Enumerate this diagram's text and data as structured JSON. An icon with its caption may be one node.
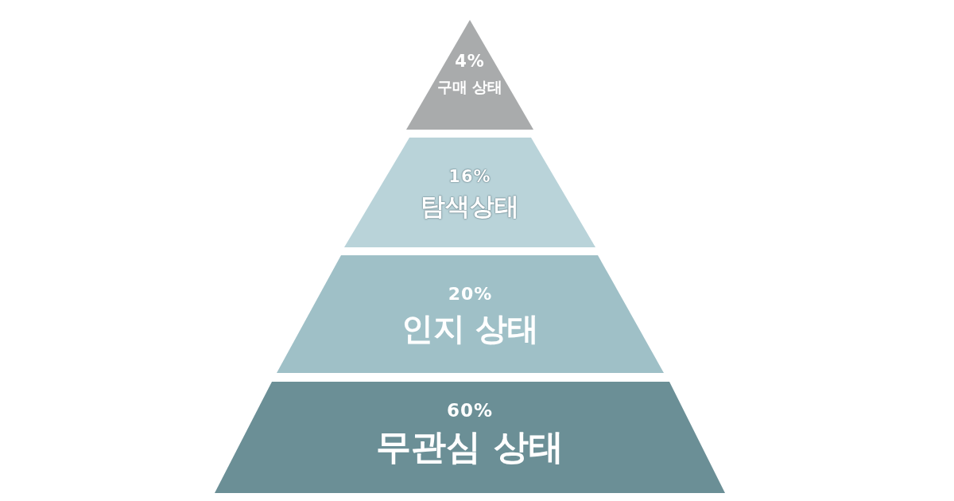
{
  "diagram": {
    "nodes": [
      {
        "text": [
          "4%",
          "구매 상태"
        ]
      },
      {
        "text": [
          "16%",
          "탐색상태"
        ]
      },
      {
        "text": [
          "20%",
          "인지 상태"
        ]
      },
      {
        "text": [
          "60%",
          "무관심 상태"
        ]
      }
    ]
  }
}
